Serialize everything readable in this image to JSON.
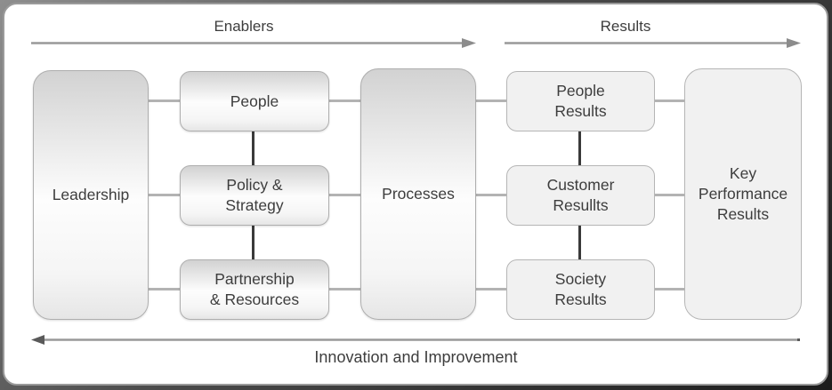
{
  "headers": {
    "enablers": "Enablers",
    "results": "Results"
  },
  "footer": {
    "label": "Innovation and Improvement"
  },
  "enablers": {
    "leadership": {
      "label": "Leadership"
    },
    "middle": [
      {
        "label": "People"
      },
      {
        "label": "Policy &\nStrategy"
      },
      {
        "label": "Partnership\n& Resources"
      }
    ],
    "processes": {
      "label": "Processes"
    }
  },
  "results": {
    "middle": [
      {
        "label": "People\nResults"
      },
      {
        "label": "Customer\nResullts"
      },
      {
        "label": "Society\nResults"
      }
    ],
    "key_performance": {
      "label": "Key\nPerformance\nResults"
    }
  },
  "colors": {
    "frame_border": "#9a9a9a",
    "box_border": "#aeaeae",
    "results_fill": "#f1f1f1",
    "connector_light": "#b3b3b3",
    "connector_dark": "#3a3a3a",
    "arrow_line": "#999999",
    "arrow_head": "#8c8c8c",
    "text": "#3d3d3d"
  }
}
